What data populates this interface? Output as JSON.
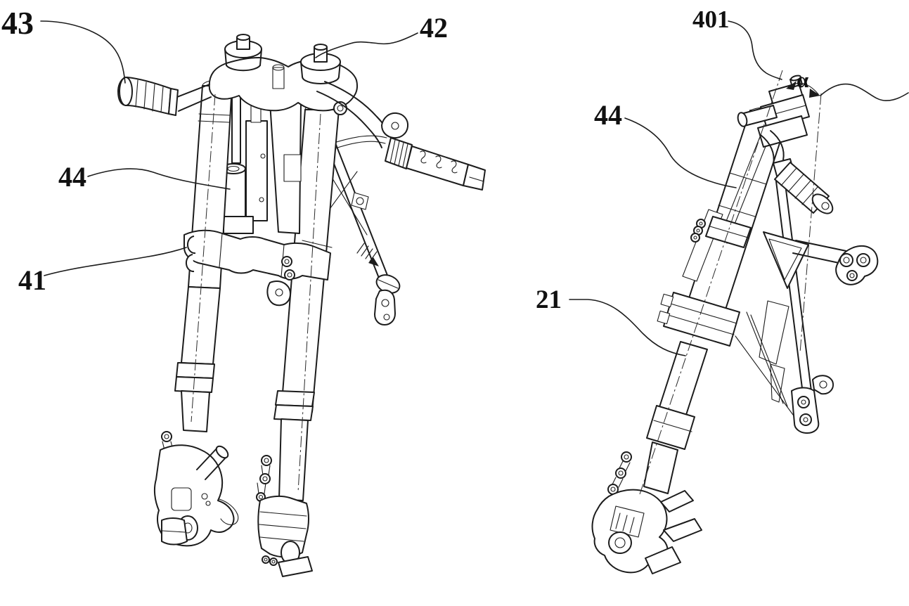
{
  "drawing": {
    "type": "patent-style line drawing",
    "background_color": "#ffffff",
    "ink_color": "#1c1c1c",
    "views": {
      "left_view": {
        "description": "front perspective view of motorcycle front fork assembly",
        "labels": [
          {
            "ref": "43"
          },
          {
            "ref": "42"
          },
          {
            "ref": "44"
          },
          {
            "ref": "41"
          }
        ]
      },
      "right_view": {
        "description": "inclined side view of front fork assembly",
        "labels": [
          {
            "ref": "401"
          },
          {
            "ref": "44"
          },
          {
            "ref": "21"
          }
        ],
        "angle_symbol": "α"
      }
    }
  }
}
